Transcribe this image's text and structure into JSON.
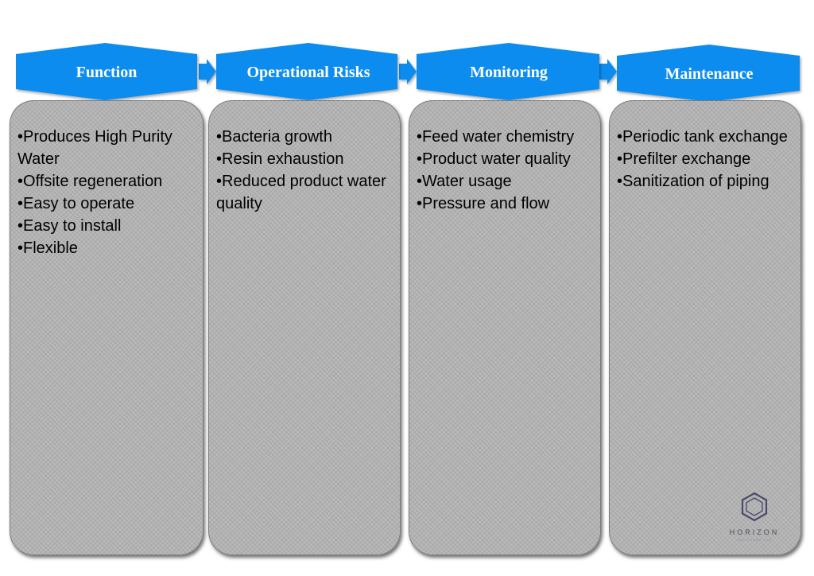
{
  "columns": [
    {
      "title": "Function",
      "items": [
        "Produces High Purity Water",
        "Offsite regeneration",
        "Easy to operate",
        "Easy to install",
        "Flexible"
      ]
    },
    {
      "title": "Operational Risks",
      "items": [
        "Bacteria growth",
        "Resin exhaustion",
        "Reduced product water quality"
      ]
    },
    {
      "title": "Monitoring",
      "items": [
        "Feed water chemistry",
        "Product water quality",
        "Water usage",
        "Pressure and flow"
      ]
    },
    {
      "title": "Maintenance",
      "items": [
        "Periodic tank exchange",
        "Prefilter exchange",
        "Sanitization of piping"
      ]
    }
  ],
  "logo": {
    "name": "HORIZON",
    "tagline": "SOLUTIONS LLC",
    "icon": "hexagon-icon"
  },
  "colors": {
    "header_fill": "#0a8cf0",
    "panel_fill": "#b3b3b3",
    "logo_color": "#4a4a6a"
  }
}
